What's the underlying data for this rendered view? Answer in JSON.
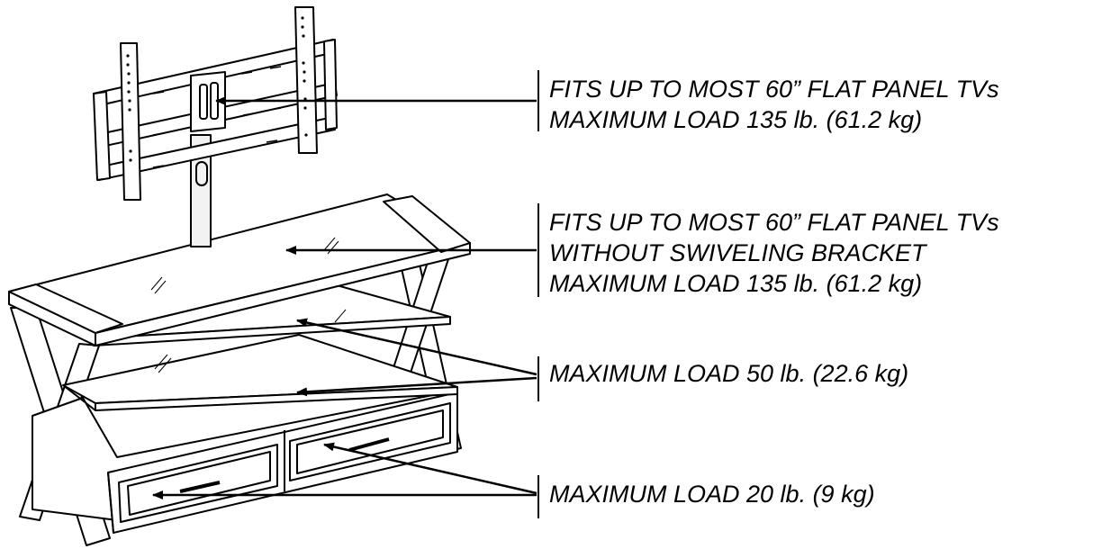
{
  "callouts": [
    {
      "id": "tv-bracket",
      "lines": [
        "FITS UP TO MOST 60” FLAT PANEL TVs",
        "MAXIMUM LOAD 135 lb. (61.2 kg)"
      ]
    },
    {
      "id": "top-shelf",
      "lines": [
        "FITS UP TO MOST 60” FLAT PANEL TVs",
        "WITHOUT SWIVELING BRACKET",
        "MAXIMUM LOAD 135 lb. (61.2 kg)"
      ]
    },
    {
      "id": "middle-shelves",
      "lines": [
        "MAXIMUM LOAD 50 lb. (22.6 kg)"
      ]
    },
    {
      "id": "drawers",
      "lines": [
        "MAXIMUM LOAD 20 lb. (9 kg)"
      ]
    }
  ],
  "colors": {
    "ink": "#000000",
    "background": "#ffffff",
    "post": "#f2f2f2"
  }
}
